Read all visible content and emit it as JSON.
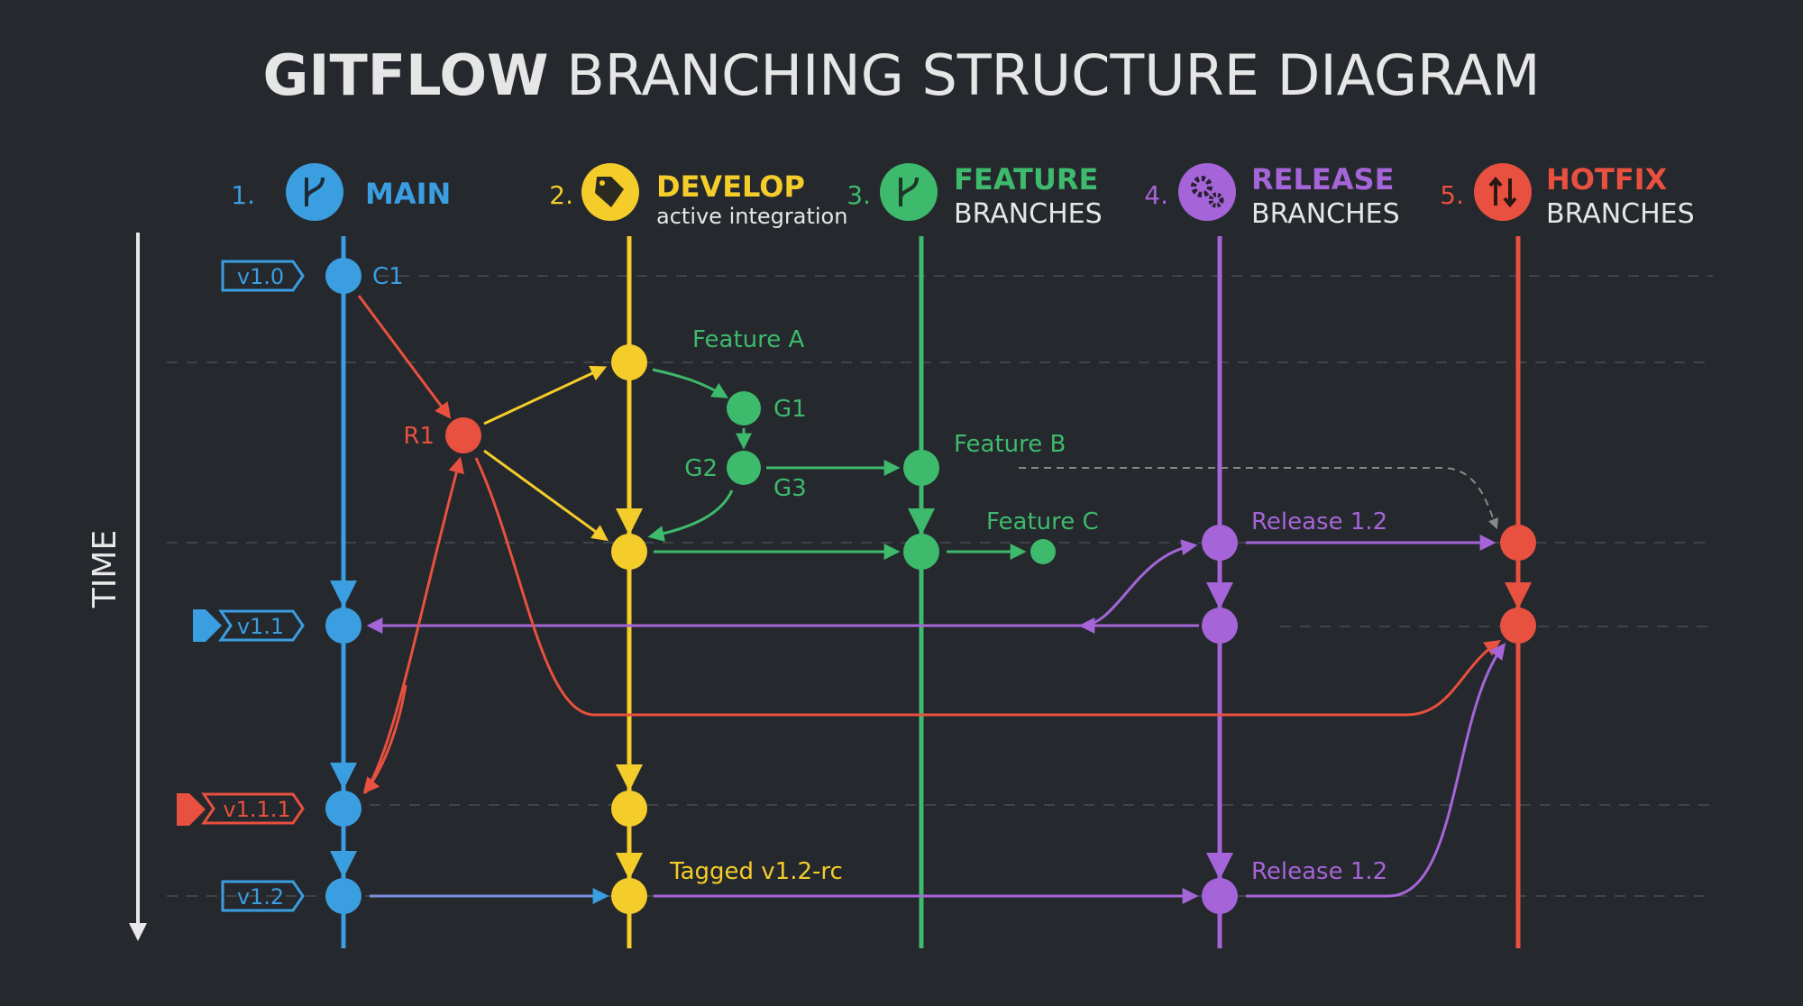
{
  "title": {
    "bold": "GITFLOW",
    "rest": "BRANCHING STRUCTURE DIAGRAM"
  },
  "axis_label": "TIME",
  "colors": {
    "main": "#3a9ee0",
    "develop": "#f5cd2a",
    "feature": "#3dba6c",
    "release": "#a565d8",
    "hotfix": "#e8503f",
    "background": "#25282d"
  },
  "lanes": [
    {
      "num": "1.",
      "name": "MAIN",
      "sub": "",
      "icon": "git-branch-icon"
    },
    {
      "num": "2.",
      "name": "DEVELOP",
      "sub": "active integration",
      "icon": "tag-icon"
    },
    {
      "num": "3.",
      "name": "FEATURE",
      "sub": "BRANCHES",
      "icon": "git-branch-icon"
    },
    {
      "num": "4.",
      "name": "RELEASE",
      "sub": "BRANCHES",
      "icon": "gears-icon"
    },
    {
      "num": "5.",
      "name": "HOTFIX",
      "sub": "BRANCHES",
      "icon": "swap-arrows-icon"
    }
  ],
  "tags": [
    "v1.0",
    "v1.1",
    "v1.1.1",
    "v1.2"
  ],
  "labels": {
    "c1": "C1",
    "r1": "R1",
    "feature_a": "Feature A",
    "g1": "G1",
    "g2": "G2",
    "g3": "G3",
    "feature_b": "Feature B",
    "feature_c": "Feature C",
    "release_12a": "Release 1.2",
    "release_12b": "Release 1.2",
    "tagged": "Tagged v1.2-rc"
  }
}
